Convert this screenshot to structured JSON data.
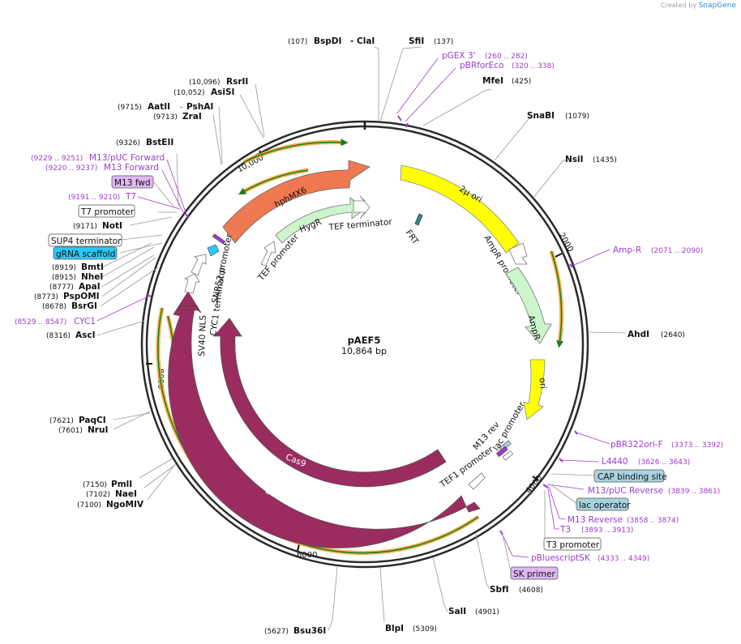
{
  "brand": {
    "prefix": "Created by",
    "name": "SnapGene"
  },
  "plasmid": {
    "name": "pAEF5",
    "size": "10,864 bp"
  },
  "ticks": [
    "2000",
    "4000",
    "6000",
    "8000",
    "10,000"
  ],
  "sites": {
    "bspdi_pos": "(107)",
    "bspdi": "BspDI",
    "clai": "ClaI",
    "sfii": "SfiI",
    "sfii_pos": "(137)",
    "mfei": "MfeI",
    "mfei_pos": "(425)",
    "snabi": "SnaBI",
    "snabi_pos": "(1079)",
    "nsii": "NsiI",
    "nsii_pos": "(1435)",
    "ahdi": "AhdI",
    "ahdi_pos": "(2640)",
    "sbfi": "SbfI",
    "sbfi_pos": "(4608)",
    "sali": "SalI",
    "sali_pos": "(4901)",
    "blpi": "BlpI",
    "blpi_pos": "(5309)",
    "bsu36i": "Bsu36I",
    "bsu36i_pos": "(5627)",
    "ngomiv": "NgoMIV",
    "ngomiv_pos": "(7100)",
    "naei": "NaeI",
    "naei_pos": "(7102)",
    "pmli": "PmlI",
    "pmli_pos": "(7150)",
    "nrui": "NruI",
    "nrui_pos": "(7601)",
    "paqci": "PaqCI",
    "paqci_pos": "(7621)",
    "asci": "AscI",
    "asci_pos": "(8316)",
    "bsrgi": "BsrGI",
    "bsrgi_pos": "(8678)",
    "pspomi": "PspOMI",
    "pspomi_pos": "(8773)",
    "apai": "ApaI",
    "apai_pos": "(8777)",
    "nhei": "NheI",
    "nhei_pos": "(8915)",
    "bmti": "BmtI",
    "bmti_pos": "(8919)",
    "noti": "NotI",
    "noti_pos": "(9171)",
    "bsteii": "BstEII",
    "bsteii_pos": "(9326)",
    "zrai": "ZraI",
    "zrai_pos": "(9713)",
    "aatii": "AatII",
    "pshai": "PshAI",
    "aatii_pos": "(9715)",
    "asisi": "AsiSI",
    "asisi_pos": "(10,052)",
    "rsrii": "RsrII",
    "rsrii_pos": "(10,096)"
  },
  "primers": {
    "pgex3": "pGEX 3'",
    "pgex3_pos": "(260 .. 282)",
    "pbrforeco": "pBRforEco",
    "pbrforeco_pos": "(320 .. 338)",
    "ampr": "Amp-R",
    "ampr_pos": "(2071 .. 2090)",
    "pbr322": "pBR322ori-F",
    "pbr322_pos": "(3373 .. 3392)",
    "l4440": "L4440",
    "l4440_pos": "(3626 .. 3643)",
    "m13puc_rev": "M13/pUC Reverse",
    "m13puc_rev_pos": "(3839 .. 3861)",
    "m13rev": "M13 Reverse",
    "m13rev_pos": "(3858 .. 3874)",
    "t3": "T3",
    "t3_pos": "(3893 .. 3913)",
    "pbluescript": "pBluescriptSK",
    "pbluescript_pos": "(4333 .. 4349)",
    "m13puc_fwd": "M13/pUC Forward",
    "m13puc_fwd_pos": "(9229 .. 9251)",
    "m13fwd_long": "M13 Forward",
    "m13fwd_long_pos": "(9220 .. 9237)",
    "t7": "T7",
    "t7_pos": "(9191 .. 9210)",
    "cyc1": "CYC1",
    "cyc1_pos": "(8529 .. 8547)"
  },
  "boxes": {
    "cap": "CAP binding site",
    "lacop": "lac operator",
    "t3prom": "T3 promoter",
    "skprimer": "SK primer",
    "m13fwd": "M13 fwd",
    "t7prom": "T7 promoter",
    "sup4": "SUP4 terminator",
    "grna": "gRNA scaffold"
  },
  "features": {
    "hphmx6": "hphMX6",
    "hygr": "HygR",
    "tefprom": "TEF promoter",
    "teft": "TEF terminator",
    "frt": "FRT",
    "twomu": "2μ ori",
    "amprprom": "AmpR promoter",
    "amprgene": "AmpR",
    "ori": "ori",
    "lacprom": "lac promoter",
    "m13rev": "M13 rev",
    "tef1": "TEF1 promoter",
    "cas9a": "Cas9",
    "cas9b": "Cas9",
    "snr52": "SNR52 promoter",
    "cyc1t": "CYC1 terminator",
    "sv40": "SV40 NLS"
  },
  "colors": {
    "orange_arrow": "#f07850",
    "yellow": "#ffff00",
    "cas9": "#9b2c5f",
    "light_green": "#ccf5cc",
    "primer": "#9d3ccf",
    "orf_orange": "#f4a32a",
    "orf_green": "#1f7a1f",
    "grna": "#29c9f5",
    "cap": "#a7d3e0"
  }
}
